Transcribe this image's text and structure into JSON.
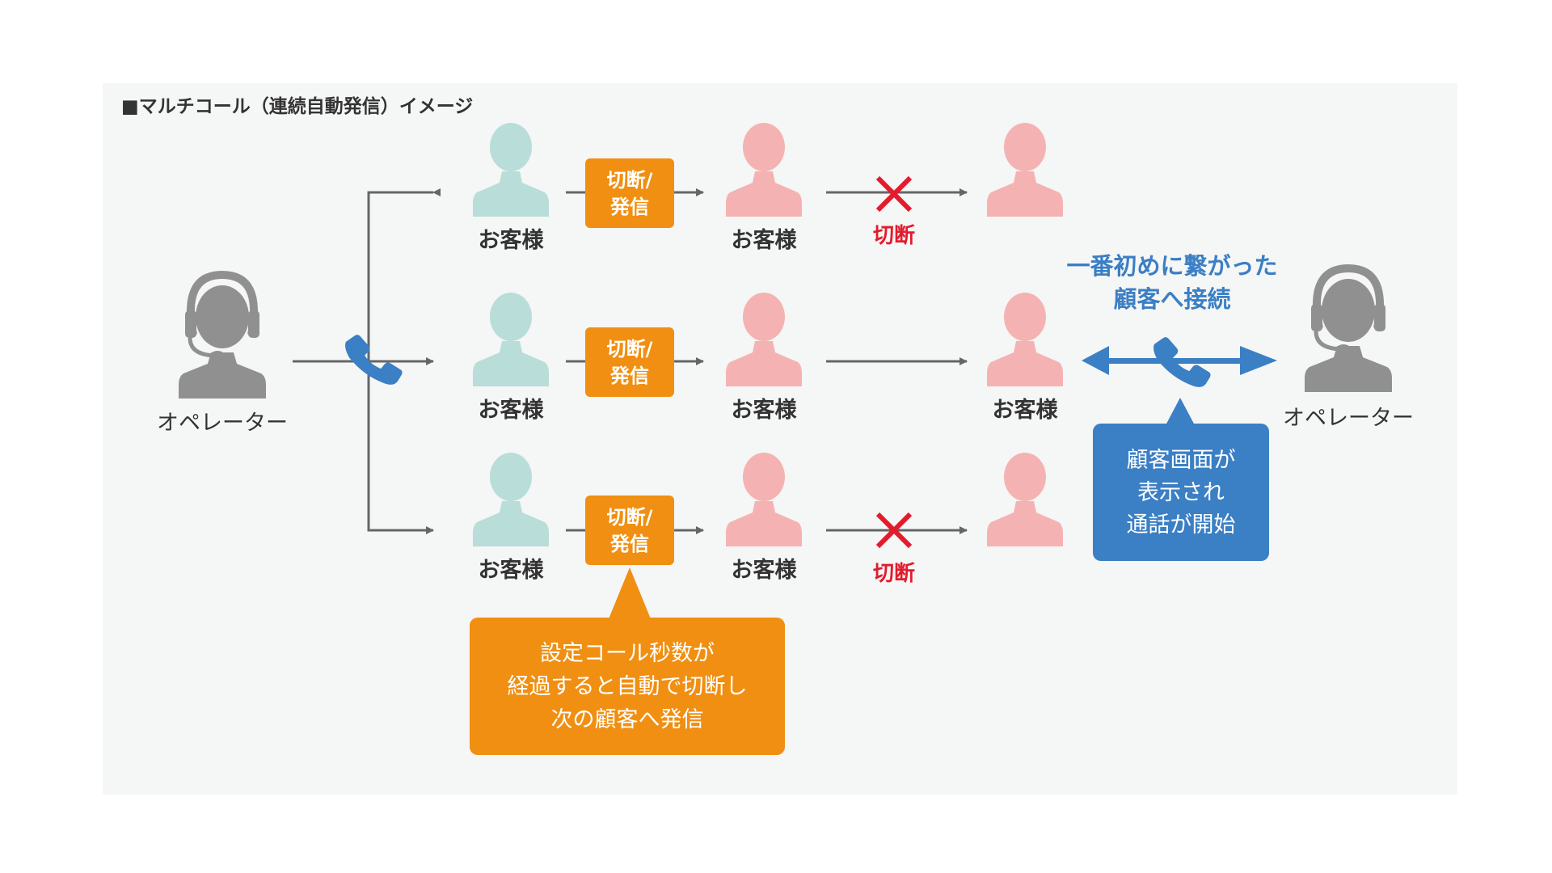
{
  "title": "■マルチコール（連続自動発信）イメージ",
  "labels": {
    "operator": "オペレーター",
    "customer": "お客様",
    "cut_call_line1": "切断/",
    "cut_call_line2": "発信",
    "cut": "切断",
    "first_connected_line1": "一番初めに繋がった",
    "first_connected_line2": "顧客へ接続",
    "screen_line1": "顧客画面が",
    "screen_line2": "表示され",
    "screen_line3": "通話が開始",
    "auto_line1": "設定コール秒数が",
    "auto_line2": "経過すると自動で切断し",
    "auto_line3": "次の顧客へ発信"
  },
  "icons": {
    "operator": "operator-headset-icon",
    "customer": "person-icon",
    "phone": "phone-handset-icon",
    "cut": "cross-icon"
  },
  "colors": {
    "background": "#f5f6f6",
    "operator": "#909090",
    "customer_teal": "#b9ddd9",
    "customer_pink": "#f4b3b2",
    "orange": "#f08f12",
    "blue": "#3b7fc4",
    "red": "#e41b2c",
    "line": "#666666"
  }
}
